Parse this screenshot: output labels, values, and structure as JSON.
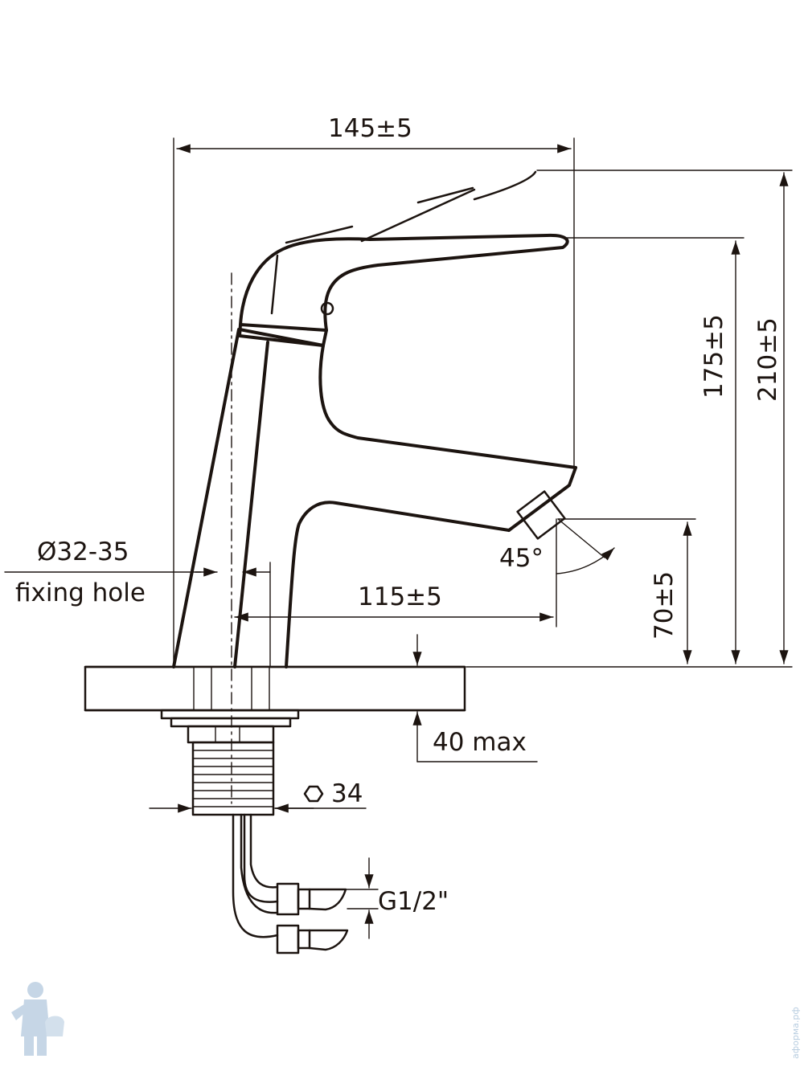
{
  "dimensions": {
    "total_width": "145±5",
    "total_height": "210±5",
    "handle_height": "175±5",
    "spout_height": "70±5",
    "spout_reach": "115±5",
    "hole_diameter": "Ø32-35",
    "hole_label": "fixing hole",
    "spout_angle": "45°",
    "max_thickness": "40 max",
    "nut_size": "34",
    "connection": "G1/2\""
  },
  "watermark": {
    "text": "аформа.рф",
    "icon": "plumber-icon",
    "color": "#b8cde0"
  },
  "colors": {
    "line": "#1c1410",
    "background": "#ffffff"
  }
}
